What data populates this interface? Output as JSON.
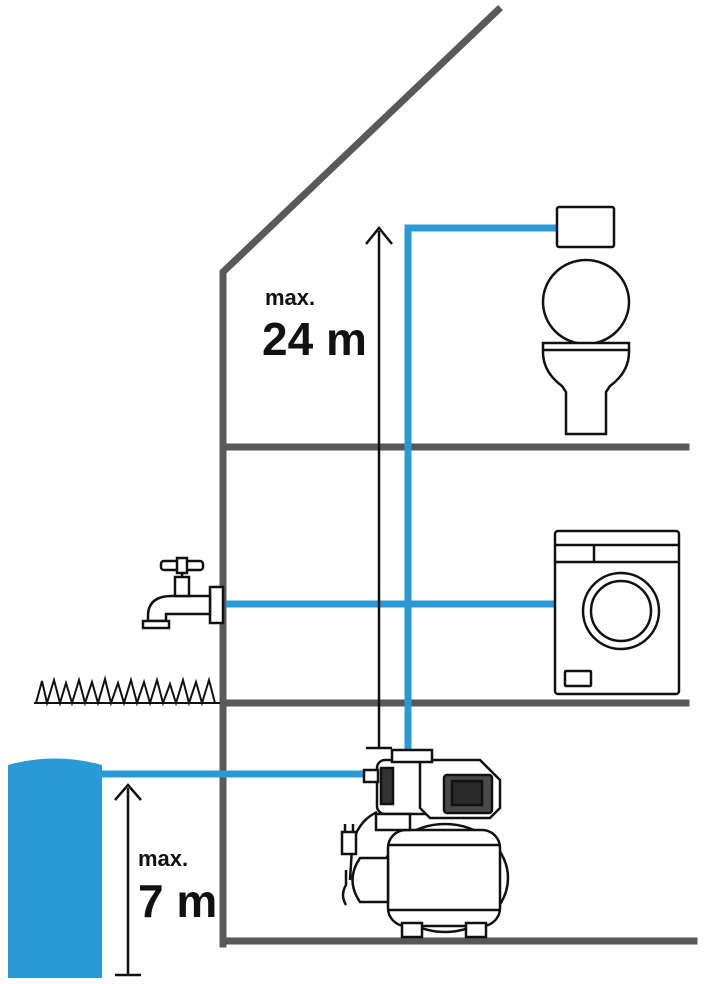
{
  "upper_height": {
    "prefix": "max.",
    "value": "24 m"
  },
  "suction_height": {
    "prefix": "max.",
    "value": "7 m"
  },
  "colors": {
    "pipe": "#2a9ad6",
    "water": "#2a9ad6",
    "wall": "#58595b",
    "outline": "#111111"
  },
  "icons": [
    "house-outline-icon",
    "toilet-icon",
    "washing-machine-icon",
    "outdoor-tap-icon",
    "grass-icon",
    "water-tank-icon",
    "garden-pump-icon"
  ]
}
